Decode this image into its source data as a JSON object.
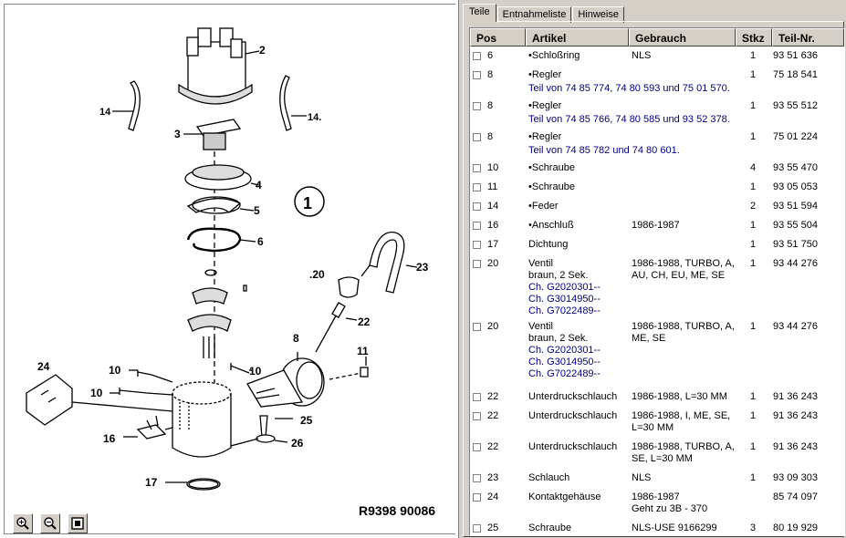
{
  "drawing": {
    "ref": "R9398 90086",
    "circled": "1",
    "labels": {
      "l2": "2",
      "l3": "3",
      "l4": "4",
      "l5": "5",
      "l6": "6",
      "l8": "8",
      "l10a": "10",
      "l10b": "10",
      "l10c": "10",
      "l11": "11",
      "l14a": "14",
      "l14b": "14.",
      "l16": "16",
      "l17": "17",
      "l20": ".20",
      "l22": "22",
      "l23": "23",
      "l24": "24",
      "l25": "25",
      "l26": "26"
    }
  },
  "toolbar": {
    "zoom_in": "zoom-in",
    "zoom_out": "zoom-out",
    "fit": "fit-to-window"
  },
  "tabs": [
    "Teile",
    "Entnahmeliste",
    "Hinweise"
  ],
  "columns": [
    "Pos",
    "Artikel",
    "Gebrauch",
    "Stkz",
    "Teil-Nr."
  ],
  "rows": [
    {
      "pos": "6",
      "artikel": "•Schloßring",
      "gebrauch": "NLS",
      "stkz": "1",
      "teil": "93 51 636"
    },
    {
      "pos": "8",
      "artikel": "•Regler",
      "gebrauch": "",
      "stkz": "1",
      "teil": "75 18 541",
      "note": "Teil von 74 85 774, 74 80 593 und 75 01 570."
    },
    {
      "pos": "8",
      "artikel": "•Regler",
      "gebrauch": "",
      "stkz": "1",
      "teil": "93 55 512",
      "note": "Teil von 74 85 766, 74 80 585 und 93 52 378."
    },
    {
      "pos": "8",
      "artikel": "•Regler",
      "gebrauch": "",
      "stkz": "1",
      "teil": "75 01 224",
      "note": "Teil von 74 85 782 und 74 80 601."
    },
    {
      "pos": "10",
      "artikel": "•Schraube",
      "gebrauch": "",
      "stkz": "4",
      "teil": "93 55 470"
    },
    {
      "pos": "11",
      "artikel": "•Schraube",
      "gebrauch": "",
      "stkz": "1",
      "teil": "93 05 053"
    },
    {
      "pos": "14",
      "artikel": "•Feder",
      "gebrauch": "",
      "stkz": "2",
      "teil": "93 51 594"
    },
    {
      "pos": "16",
      "artikel": "•Anschluß",
      "gebrauch": "1986-1987",
      "stkz": "1",
      "teil": "93 55 504"
    },
    {
      "pos": "17",
      "artikel": "Dichtung",
      "gebrauch": "",
      "stkz": "1",
      "teil": "93 51 750"
    },
    {
      "pos": "20",
      "artikel": "Ventil",
      "artikel2": "braun, 2 Sek.",
      "gebrauch": "1986-1988, TURBO, A,",
      "gebrauch2": "AU, CH, EU, ME, SE",
      "stkz": "1",
      "teil": "93 44 276",
      "chassis": [
        "Ch. G2020301--",
        "Ch. G3014950--",
        "Ch. G7022489--"
      ]
    },
    {
      "pos": "20",
      "artikel": "Ventil",
      "artikel2": "braun, 2 Sek.",
      "gebrauch": "1986-1988, TURBO, A,",
      "gebrauch2": "ME, SE",
      "stkz": "1",
      "teil": "93 44 276",
      "chassis": [
        "Ch. G2020301--",
        "Ch. G3014950--",
        "Ch. G7022489--"
      ]
    },
    {
      "pos": "22",
      "artikel": "Unterdruckschlauch",
      "gebrauch": "1986-1988, L=30 MM",
      "stkz": "1",
      "teil": "91 36 243"
    },
    {
      "pos": "22",
      "artikel": "Unterdruckschlauch",
      "gebrauch": "1986-1988, I, ME, SE,",
      "gebrauch2": "L=30 MM",
      "stkz": "1",
      "teil": "91 36 243"
    },
    {
      "pos": "22",
      "artikel": "Unterdruckschlauch",
      "gebrauch": "1986-1988, TURBO, A,",
      "gebrauch2": "SE, L=30 MM",
      "stkz": "1",
      "teil": "91 36 243"
    },
    {
      "pos": "23",
      "artikel": "Schlauch",
      "gebrauch": "NLS",
      "stkz": "1",
      "teil": "93 09 303"
    },
    {
      "pos": "24",
      "artikel": "Kontaktgehäuse",
      "gebrauch": "1986-1987",
      "gebrauch2": "Geht zu 3B - 370",
      "stkz": "",
      "teil": "85 74 097"
    },
    {
      "pos": "25",
      "artikel": "Schraube",
      "gebrauch": "NLS-USE 9166299",
      "stkz": "3",
      "teil": "80 19 929"
    }
  ]
}
